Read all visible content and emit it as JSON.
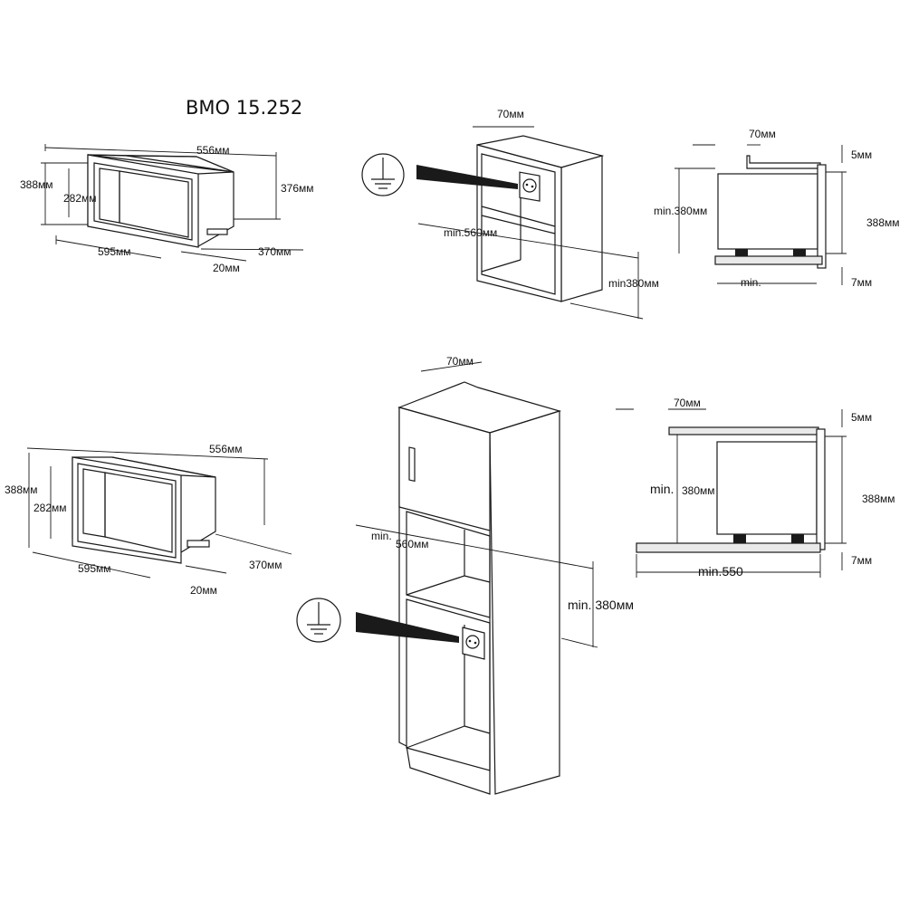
{
  "title": "BMO 15.252",
  "top_left": {
    "width_back": "556мм",
    "height": "388мм",
    "inner_height": "282мм",
    "side_height": "376мм",
    "width_front": "595мм",
    "depth": "370мм",
    "frame": "20мм"
  },
  "top_middle": {
    "top_gap": "70мм",
    "depth_min": "min.560мм",
    "height_min": "min380мм"
  },
  "top_right": {
    "top_gap": "70мм",
    "top_offset": "5мм",
    "height_min": "min.380мм",
    "height": "388мм",
    "bottom_offset": "7мм",
    "width_min": "min."
  },
  "bottom_left": {
    "width_back": "556мм",
    "height": "388мм",
    "inner_height": "282мм",
    "width_front": "595мм",
    "depth": "370мм",
    "frame": "20мм"
  },
  "bottom_middle": {
    "top_gap": "70мм",
    "depth_min_label": "min.",
    "depth_value": "560мм",
    "height_min": "min. 380мм"
  },
  "bottom_right": {
    "top_gap": "70мм",
    "top_offset": "5мм",
    "height_min_label": "min.",
    "height_min_value": "380мм",
    "height": "388мм",
    "bottom_offset": "7мм",
    "width_min": "min.550"
  }
}
